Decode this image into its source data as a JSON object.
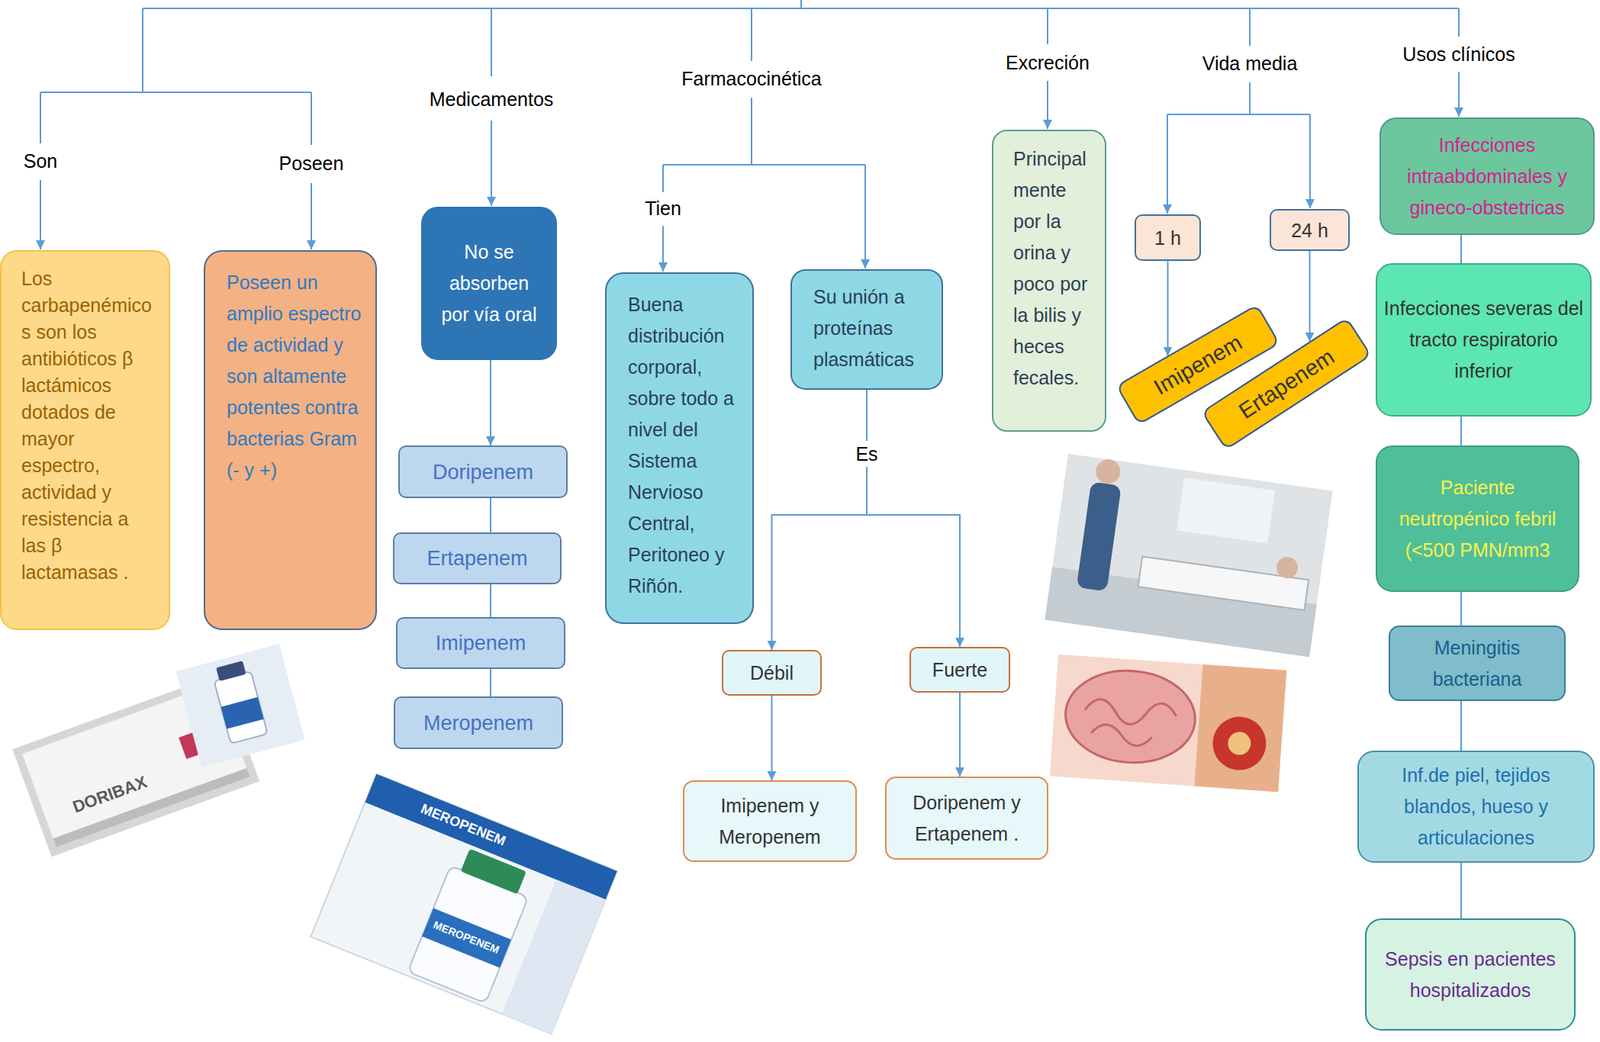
{
  "diagram": {
    "nodes": [
      {
        "text": [
          "Los carbapenémicos son los antibióticos β lactámicos dotados de mayor espectro, actividad y resistencia a las β lactamasas ."
        ]
      },
      {
        "text": [
          "Poseen un amplio espectro de actividad y son altamente potentes contra bacterias Gram (- y +)"
        ]
      },
      {
        "text": [
          "No se absorben por vía oral"
        ]
      },
      {
        "text": [
          "Doripenem"
        ]
      },
      {
        "text": [
          "Ertapenem"
        ]
      },
      {
        "text": [
          "Imipenem"
        ]
      },
      {
        "text": [
          "Meropenem"
        ]
      },
      {
        "text": [
          "Buena distribución corporal, sobre todo a nivel del Sistema Nervioso Central, Peritoneo y Riñón."
        ]
      },
      {
        "text": [
          "Su unión a proteínas plasmáticas"
        ]
      },
      {
        "text": [
          "Débil"
        ]
      },
      {
        "text": [
          "Fuerte"
        ]
      },
      {
        "text": [
          "Imipenem y Meropenem"
        ]
      },
      {
        "text": [
          "Doripenem y Ertapenem ."
        ]
      },
      {
        "text": [
          "Principalmente por la orina y poco por la bilis y heces fecales."
        ]
      },
      {
        "text": [
          "1 h"
        ]
      },
      {
        "text": [
          "24 h"
        ]
      },
      {
        "text": [
          "Imipenem"
        ]
      },
      {
        "text": [
          "Ertapenem"
        ]
      },
      {
        "text": [
          "Infecciones intraabdominales y gineco-obstetricas"
        ]
      },
      {
        "text": [
          "Infecciones severas del tracto respiratorio inferior"
        ]
      },
      {
        "text": [
          "Paciente neutropénico febril (<500 PMN/mm3"
        ]
      },
      {
        "text": [
          "Meningitis bacteriana"
        ]
      },
      {
        "text": [
          "Inf.de piel, tejidos blandos, hueso y articulaciones"
        ]
      },
      {
        "text": [
          "Sepsis en pacientes hospitalizados"
        ]
      }
    ],
    "edges": [
      {
        "from": 2,
        "to": 3,
        "arrow": "to"
      },
      {
        "from": 3,
        "to": 4,
        "arrow": "none"
      },
      {
        "from": 4,
        "to": 5,
        "arrow": "none"
      },
      {
        "from": 5,
        "to": 6,
        "arrow": "none"
      },
      {
        "from": 8,
        "to": 9,
        "label": "Es",
        "arrow": "to"
      },
      {
        "from": 8,
        "to": 10,
        "arrow": "to"
      },
      {
        "from": 9,
        "to": 11,
        "arrow": "to"
      },
      {
        "from": 10,
        "to": 12,
        "arrow": "to"
      },
      {
        "from": 14,
        "to": 16,
        "arrow": "to"
      },
      {
        "from": 15,
        "to": 17,
        "arrow": "to"
      },
      {
        "from": 18,
        "to": 19,
        "arrow": "none"
      },
      {
        "from": 19,
        "to": 20,
        "arrow": "none"
      },
      {
        "from": 20,
        "to": 21,
        "arrow": "none"
      },
      {
        "from": 21,
        "to": 22,
        "arrow": "none"
      },
      {
        "from": 22,
        "to": 23,
        "arrow": "none"
      }
    ],
    "labels": [
      "Son",
      "Poseen",
      "Medicamentos",
      "Farmacocinética",
      "Tien",
      "Excreción",
      "Vida media",
      "Usos clínicos",
      "DORIBAX",
      "MEROPENEM",
      "MEROPENEM"
    ]
  }
}
